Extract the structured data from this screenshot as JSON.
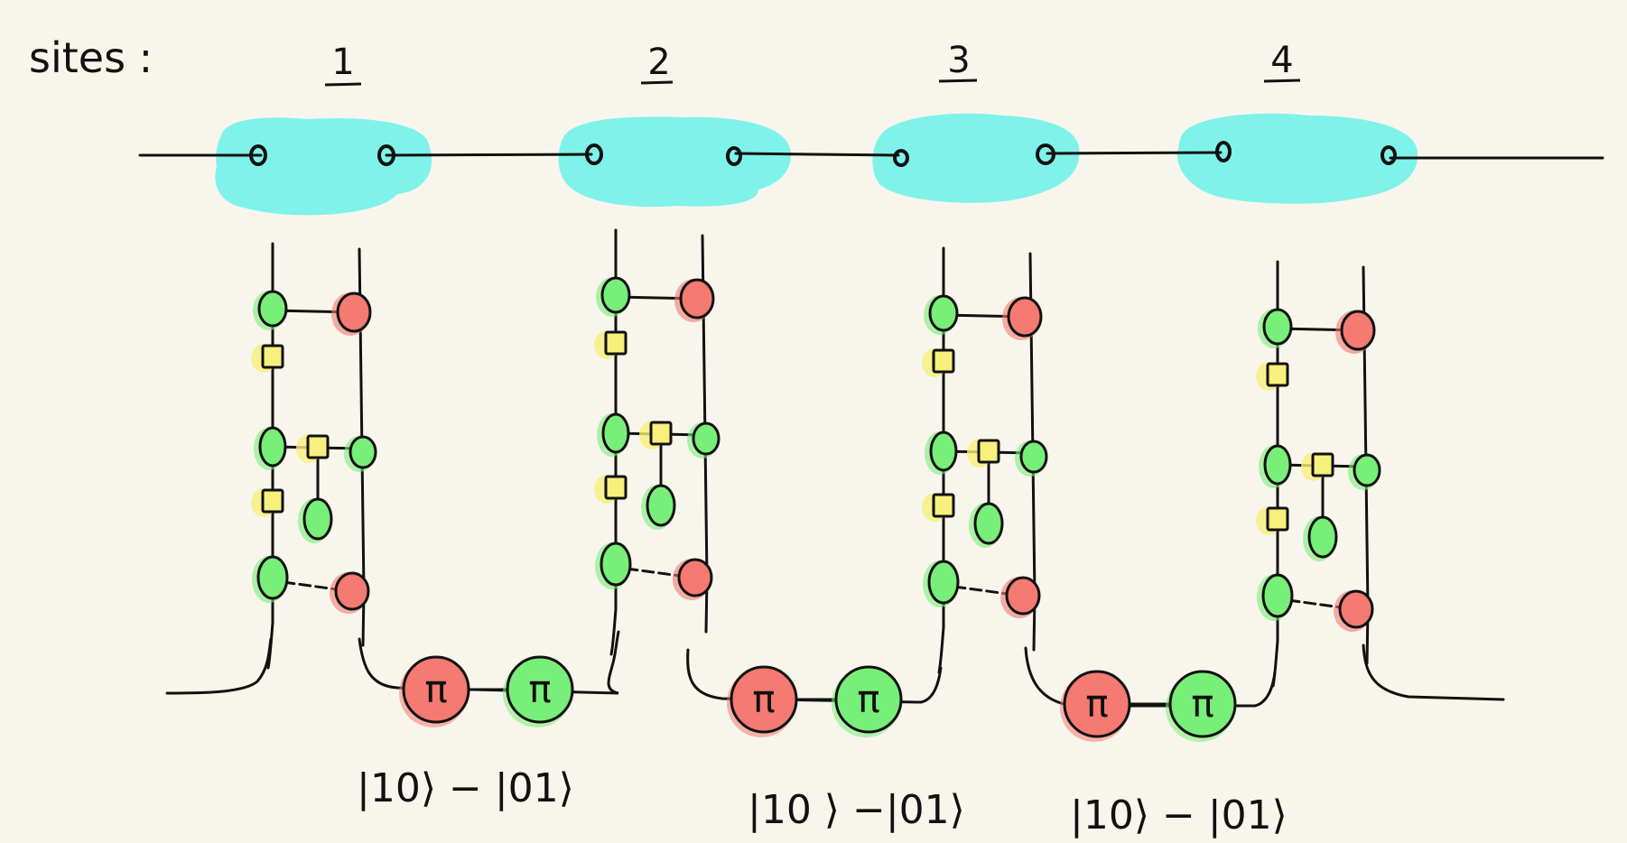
{
  "header": {
    "sites_label": "sites :"
  },
  "sites": [
    {
      "label": "1"
    },
    {
      "label": "2"
    },
    {
      "label": "3"
    },
    {
      "label": "4"
    }
  ],
  "gadget": {
    "pi_label": "π"
  },
  "bell_labels": [
    {
      "text": "|10⟩ − |01⟩"
    },
    {
      "text": "|10 ⟩ −|01⟩"
    },
    {
      "text": "|10⟩ − |01⟩"
    }
  ],
  "colors": {
    "background": "#f8f6ec",
    "site_blob": "#7ff3ea",
    "green_spider": "#78ef78",
    "red_spider": "#f47a72",
    "hadamard": "#f7f07c",
    "ink": "#111111"
  }
}
